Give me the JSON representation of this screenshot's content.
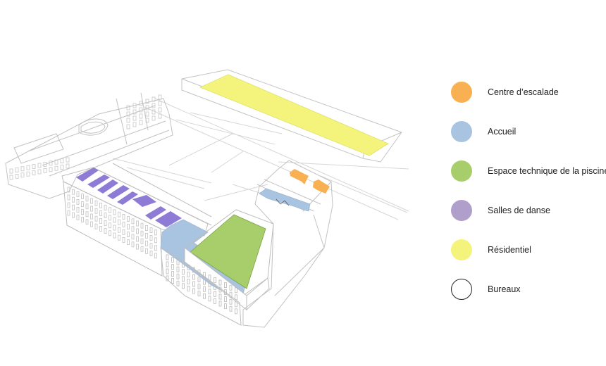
{
  "legend": [
    {
      "label": "Centre d’escalade",
      "color": "#F9B052"
    },
    {
      "label": "Accueil",
      "color": "#A8C4E0"
    },
    {
      "label": "Espace technique de la piscine",
      "color": "#A8CE6C"
    },
    {
      "label": "Salles de danse",
      "color": "#B19FCB"
    },
    {
      "label": "Résidentiel",
      "color": "#F4F47C"
    },
    {
      "label": "Bureaux",
      "color": "#FFFFFF"
    }
  ],
  "colors": {
    "linework": "#c8c8c8",
    "facade": "#b9b9b9",
    "dance_purple": "#8E7BD6"
  }
}
